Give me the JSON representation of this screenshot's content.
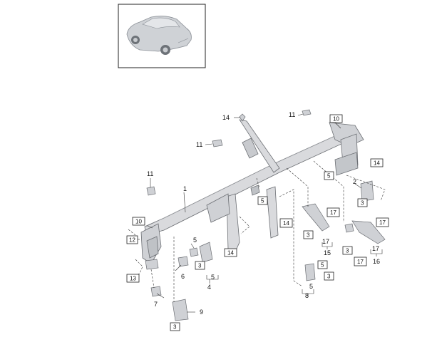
{
  "thumbnail": {
    "icon": "car-suv-icon"
  },
  "callouts": [
    {
      "id": "c14a",
      "text": "14",
      "boxed": false
    },
    {
      "id": "c11a",
      "text": "11",
      "boxed": false
    },
    {
      "id": "c10a",
      "text": "10",
      "boxed": true
    },
    {
      "id": "c11b",
      "text": "11",
      "boxed": false
    },
    {
      "id": "c14b",
      "text": "14",
      "boxed": true
    },
    {
      "id": "c5a",
      "text": "5",
      "boxed": true
    },
    {
      "id": "c2",
      "text": "2",
      "boxed": false
    },
    {
      "id": "c3a",
      "text": "3",
      "boxed": true
    },
    {
      "id": "c11c",
      "text": "11",
      "boxed": false
    },
    {
      "id": "c1",
      "text": "1",
      "boxed": false
    },
    {
      "id": "c5b",
      "text": "5",
      "boxed": true
    },
    {
      "id": "c14c",
      "text": "14",
      "boxed": true
    },
    {
      "id": "c17a",
      "text": "17",
      "boxed": true
    },
    {
      "id": "c17b",
      "text": "17",
      "boxed": true
    },
    {
      "id": "c10b",
      "text": "10",
      "boxed": true
    },
    {
      "id": "c12",
      "text": "12",
      "boxed": true
    },
    {
      "id": "c5c",
      "text": "5",
      "boxed": false
    },
    {
      "id": "c3b",
      "text": "3",
      "boxed": true
    },
    {
      "id": "c17c",
      "text": "17",
      "boxed": false
    },
    {
      "id": "c15",
      "text": "15",
      "boxed": false
    },
    {
      "id": "c3c",
      "text": "3",
      "boxed": true
    },
    {
      "id": "c17d",
      "text": "17",
      "boxed": false
    },
    {
      "id": "c16",
      "text": "16",
      "boxed": false
    },
    {
      "id": "c14d",
      "text": "14",
      "boxed": true
    },
    {
      "id": "c17e",
      "text": "17",
      "boxed": true
    },
    {
      "id": "c3d",
      "text": "3",
      "boxed": true
    },
    {
      "id": "c5d",
      "text": "5",
      "boxed": false
    },
    {
      "id": "c4",
      "text": "4",
      "boxed": false
    },
    {
      "id": "c6",
      "text": "6",
      "boxed": false
    },
    {
      "id": "c5e",
      "text": "5",
      "boxed": true
    },
    {
      "id": "c3e",
      "text": "3",
      "boxed": true
    },
    {
      "id": "c5f",
      "text": "5",
      "boxed": false
    },
    {
      "id": "c8",
      "text": "8",
      "boxed": false
    },
    {
      "id": "c13",
      "text": "13",
      "boxed": true
    },
    {
      "id": "c7",
      "text": "7",
      "boxed": false
    },
    {
      "id": "c9",
      "text": "9",
      "boxed": false
    },
    {
      "id": "c3f",
      "text": "3",
      "boxed": true
    }
  ]
}
